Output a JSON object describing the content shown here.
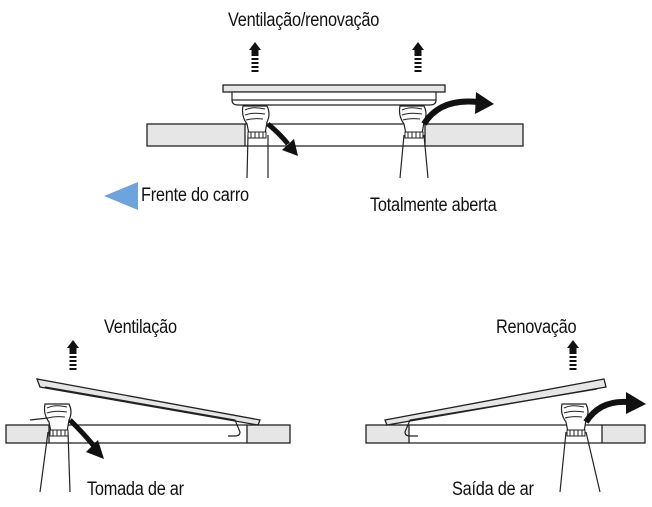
{
  "labels": {
    "top_title": "Ventilação/renovação",
    "front": "Frente do carro",
    "fully_open": "Totalmente aberta",
    "ventilation": "Ventilação",
    "renewal": "Renovação",
    "air_intake": "Tomada de ar",
    "air_exit": "Saída de ar"
  },
  "colors": {
    "line": "#222222",
    "panel_fill": "#e6e6e6",
    "front_arrow": "#6fa3dc",
    "black": "#111111"
  }
}
